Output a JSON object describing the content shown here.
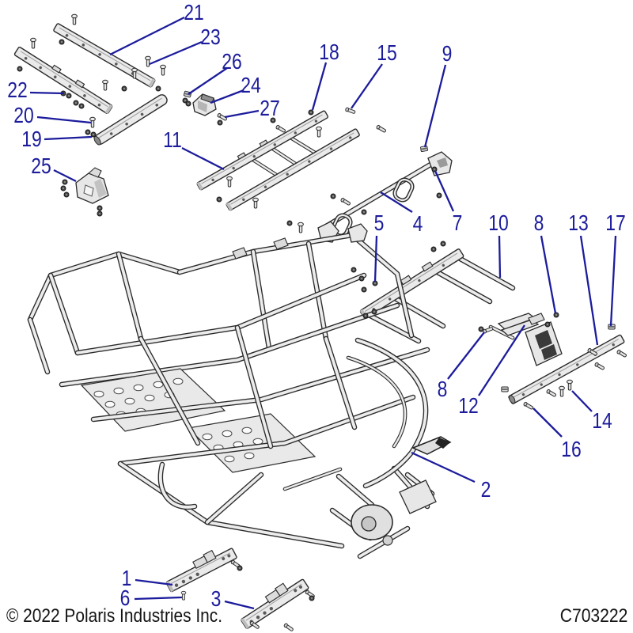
{
  "footer": {
    "copyright": "© 2022 Polaris Industries Inc.",
    "part_code": "C703222"
  },
  "colors": {
    "accent": "#1c1c9c",
    "ink": "#141414"
  },
  "callouts": {
    "c1": "1",
    "c2": "2",
    "c3": "3",
    "c4": "4",
    "c5": "5",
    "c6": "6",
    "c7": "7",
    "c8a": "8",
    "c8b": "8",
    "c9": "9",
    "c10": "10",
    "c11": "11",
    "c12": "12",
    "c13": "13",
    "c14": "14",
    "c15": "15",
    "c16": "16",
    "c17": "17",
    "c18": "18",
    "c19": "19",
    "c20": "20",
    "c21": "21",
    "c22": "22",
    "c23": "23",
    "c24": "24",
    "c25": "25",
    "c26": "26",
    "c27": "27"
  }
}
